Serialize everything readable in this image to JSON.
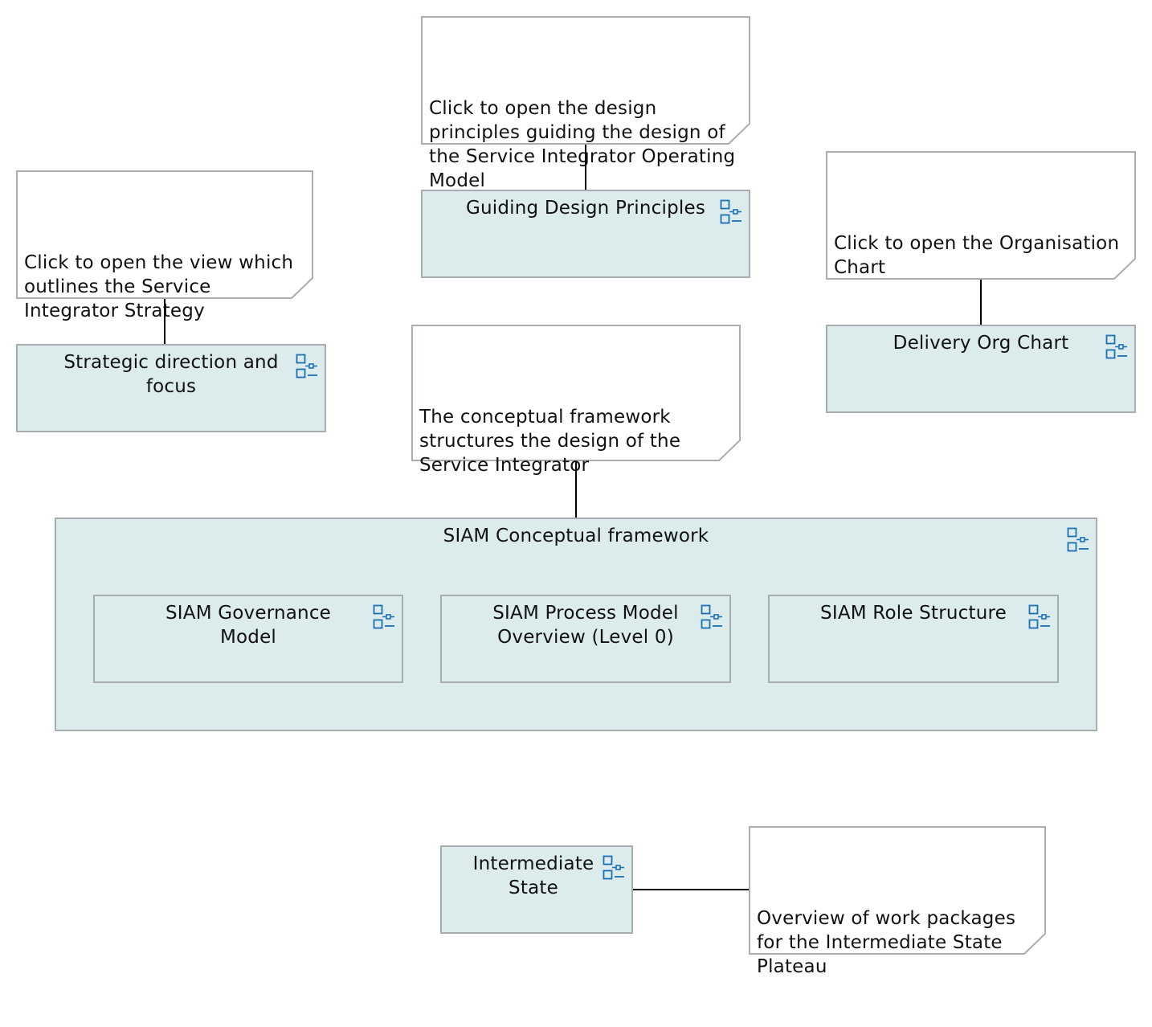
{
  "notes": [
    {
      "id": "strategy-note",
      "text": "Click to open the view which outlines the Service Integrator Strategy"
    },
    {
      "id": "principles-note",
      "text": "Click to open the design principles guiding the design of the Service Integrator Operating Model"
    },
    {
      "id": "org-note",
      "text": "Click to open the Organisation Chart"
    },
    {
      "id": "framework-note",
      "text": "The conceptual framework structures the design of the Service Integrator"
    },
    {
      "id": "workpackages-note",
      "text": "Overview of work packages for the Intermediate State Plateau"
    }
  ],
  "views": [
    {
      "id": "strategic-direction",
      "label": "Strategic direction and focus"
    },
    {
      "id": "guiding-design-principles",
      "label": "Guiding Design Principles"
    },
    {
      "id": "delivery-org-chart",
      "label": "Delivery Org Chart"
    },
    {
      "id": "siam-conceptual-framework",
      "label": "SIAM Conceptual framework"
    },
    {
      "id": "siam-governance-model",
      "label": "SIAM Governance Model"
    },
    {
      "id": "siam-process-model",
      "label": "SIAM Process Model Overview (Level 0)"
    },
    {
      "id": "siam-role-structure",
      "label": "SIAM Role Structure"
    },
    {
      "id": "intermediate-state",
      "label": "Intermediate State"
    }
  ],
  "icon": "view-reference-icon",
  "colors": {
    "view_fill": "#dcecec",
    "view_border": "#a8aeae",
    "note_border": "#a8aeae",
    "icon": "#1a6fb5",
    "connector": "#000000"
  }
}
